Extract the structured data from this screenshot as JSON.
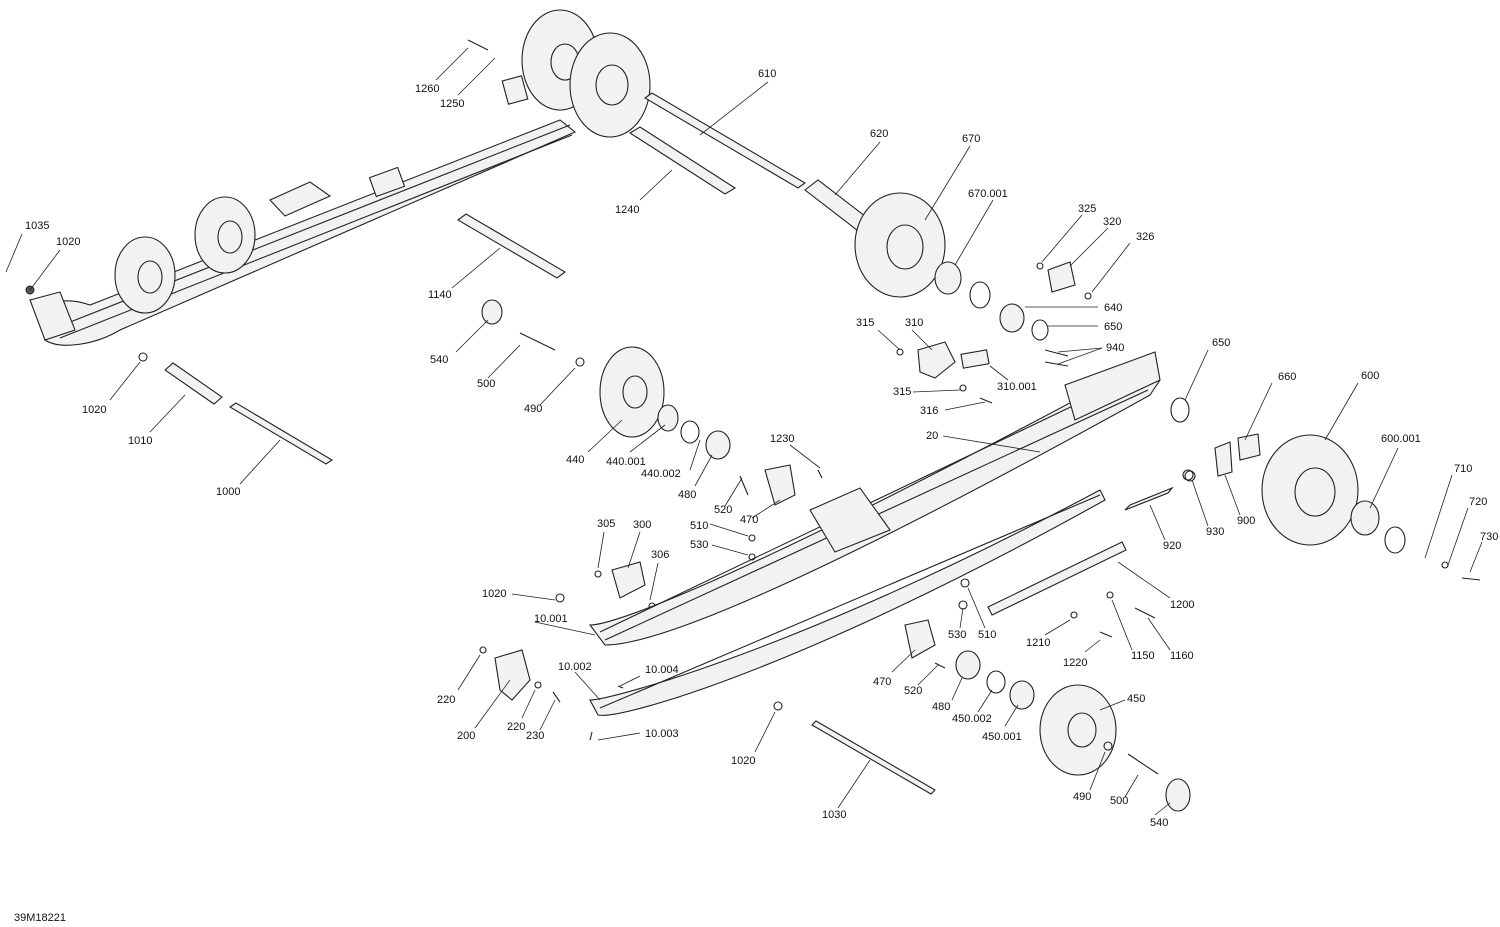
{
  "figure_id": "39M18221",
  "callouts": [
    {
      "label": "1260"
    },
    {
      "label": "1250"
    },
    {
      "label": "610"
    },
    {
      "label": "620"
    },
    {
      "label": "670"
    },
    {
      "label": "670.001"
    },
    {
      "label": "1240"
    },
    {
      "label": "325"
    },
    {
      "label": "320"
    },
    {
      "label": "326"
    },
    {
      "label": "1035"
    },
    {
      "label": "1020"
    },
    {
      "label": "1140"
    },
    {
      "label": "640"
    },
    {
      "label": "650"
    },
    {
      "label": "315"
    },
    {
      "label": "310"
    },
    {
      "label": "940"
    },
    {
      "label": "540"
    },
    {
      "label": "500"
    },
    {
      "label": "310.001"
    },
    {
      "label": "650"
    },
    {
      "label": "490"
    },
    {
      "label": "315"
    },
    {
      "label": "316"
    },
    {
      "label": "660"
    },
    {
      "label": "600"
    },
    {
      "label": "1020"
    },
    {
      "label": "1010"
    },
    {
      "label": "440"
    },
    {
      "label": "440.001"
    },
    {
      "label": "440.002"
    },
    {
      "label": "20"
    },
    {
      "label": "600.001"
    },
    {
      "label": "1230"
    },
    {
      "label": "480"
    },
    {
      "label": "1000"
    },
    {
      "label": "520"
    },
    {
      "label": "470"
    },
    {
      "label": "710"
    },
    {
      "label": "720"
    },
    {
      "label": "730"
    },
    {
      "label": "305"
    },
    {
      "label": "300"
    },
    {
      "label": "510"
    },
    {
      "label": "900"
    },
    {
      "label": "930"
    },
    {
      "label": "920"
    },
    {
      "label": "530"
    },
    {
      "label": "306"
    },
    {
      "label": "1020"
    },
    {
      "label": "1200"
    },
    {
      "label": "10.001"
    },
    {
      "label": "530"
    },
    {
      "label": "510"
    },
    {
      "label": "1210"
    },
    {
      "label": "1150"
    },
    {
      "label": "1160"
    },
    {
      "label": "1220"
    },
    {
      "label": "10.002"
    },
    {
      "label": "10.004"
    },
    {
      "label": "220"
    },
    {
      "label": "470"
    },
    {
      "label": "520"
    },
    {
      "label": "450"
    },
    {
      "label": "480"
    },
    {
      "label": "200"
    },
    {
      "label": "220"
    },
    {
      "label": "230"
    },
    {
      "label": "450.002"
    },
    {
      "label": "450.001"
    },
    {
      "label": "10.003"
    },
    {
      "label": "1020"
    },
    {
      "label": "490"
    },
    {
      "label": "500"
    },
    {
      "label": "540"
    },
    {
      "label": "1030"
    }
  ]
}
